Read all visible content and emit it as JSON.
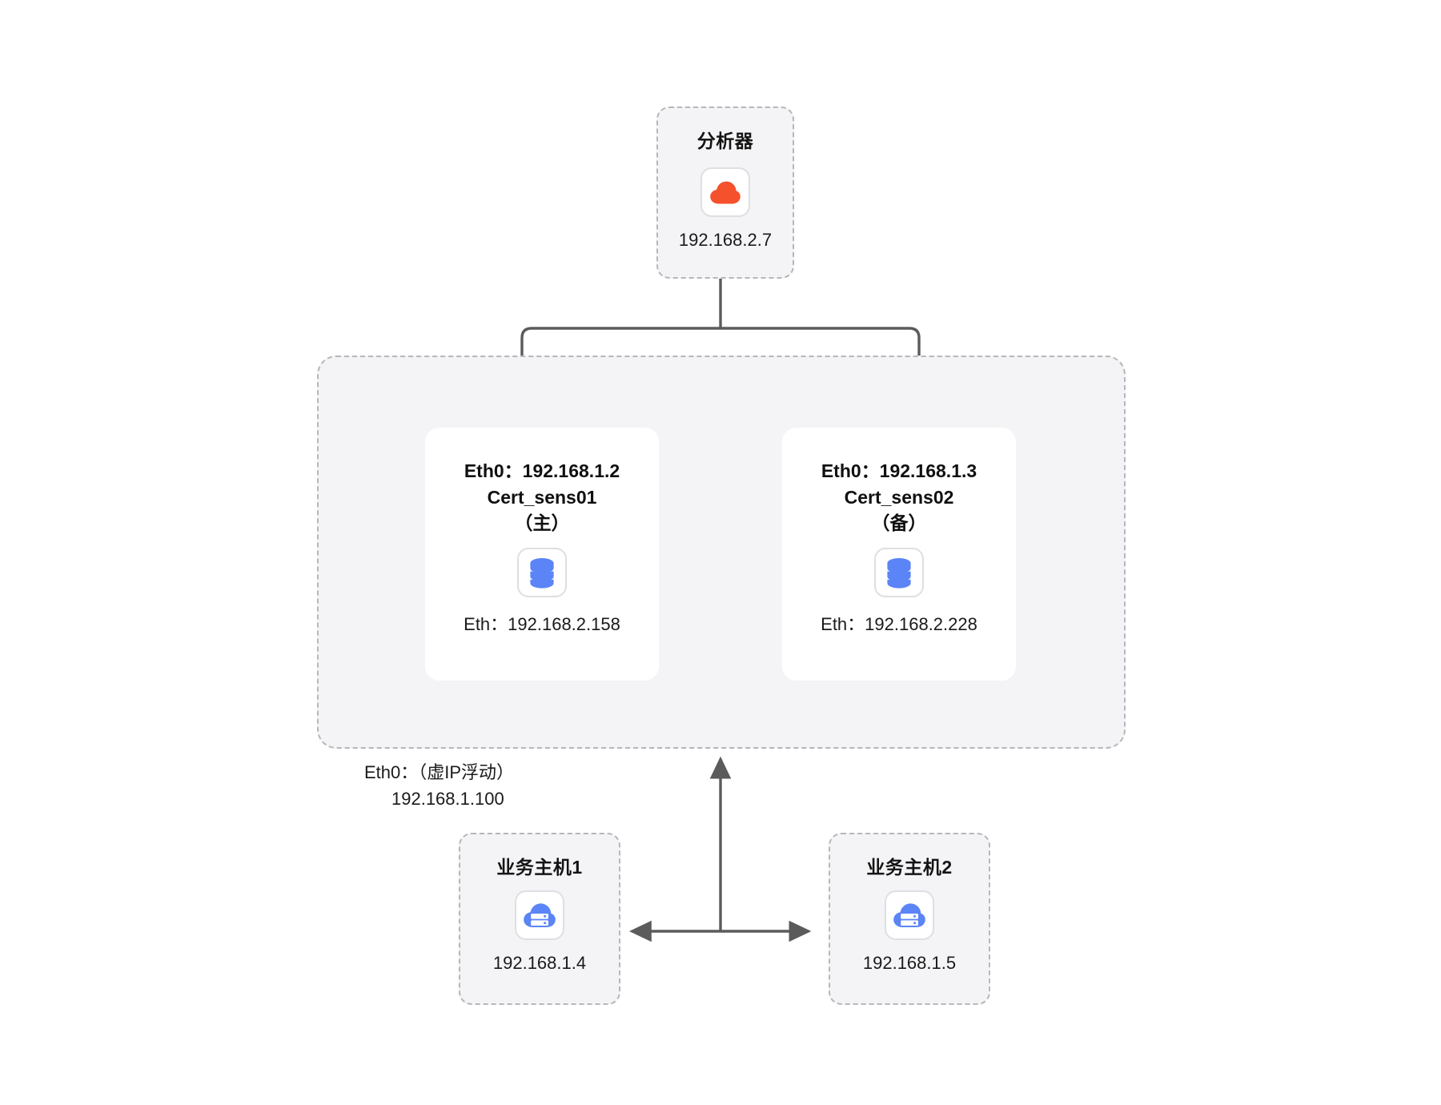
{
  "diagram": {
    "title_present": false,
    "colors": {
      "cloud_icon": "#f4512c",
      "database_icon": "#5b84f7",
      "server_cloud_icon": "#5b84f7",
      "connector": "#5b5b5b",
      "dashed_border": "#b5b7bb",
      "panel_fill": "#f4f4f6",
      "card_fill": "#ffffff"
    }
  },
  "analyzer": {
    "title": "分析器",
    "icon": "cloud-icon",
    "ip": "192.168.2.7"
  },
  "cluster": {
    "vip_label_line1": "Eth0：（虚IP浮动）",
    "vip_label_line2": "192.168.1.100",
    "nodes": [
      {
        "eth0": "Eth0：192.168.1.2",
        "name": "Cert_sens01",
        "role": "（主）",
        "icon": "database-icon",
        "eth": "Eth：192.168.2.158"
      },
      {
        "eth0": "Eth0：192.168.1.3",
        "name": "Cert_sens02",
        "role": "（备）",
        "icon": "database-icon",
        "eth": "Eth：192.168.2.228"
      }
    ]
  },
  "hosts": [
    {
      "title": "业务主机1",
      "icon": "server-cloud-icon",
      "ip": "192.168.1.4"
    },
    {
      "title": "业务主机2",
      "icon": "server-cloud-icon",
      "ip": "192.168.1.5"
    }
  ]
}
